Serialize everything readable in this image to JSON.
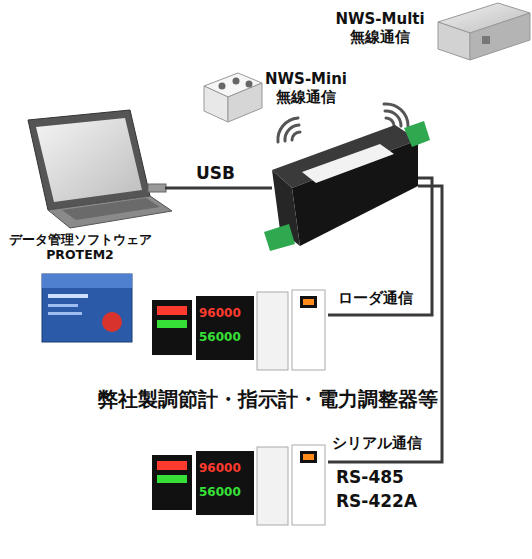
{
  "diagram": {
    "nodes": [
      {
        "text": [
          "NWS-Multi 無線通信"
        ]
      },
      {
        "text": [
          "NWS-Mini 無線通信"
        ]
      },
      {
        "text": [
          "データ管理ソフトウェア PROTEM2"
        ]
      },
      {
        "text": []
      },
      {
        "text": [
          "弊社製調節計・指示計・電力調整器等"
        ]
      },
      {
        "text": []
      }
    ],
    "edges": [
      {
        "from": 2,
        "to": 3,
        "label": "USB",
        "arrow": "none"
      },
      {
        "from": 3,
        "to": 4,
        "label": "ローダ通信",
        "arrow": "none"
      },
      {
        "from": 3,
        "to": 5,
        "label": "シリアル通信",
        "arrow": "none"
      }
    ],
    "labels": [
      "RS-485",
      "RS-422A",
      "96000",
      "56000",
      "96000",
      "56000"
    ]
  }
}
